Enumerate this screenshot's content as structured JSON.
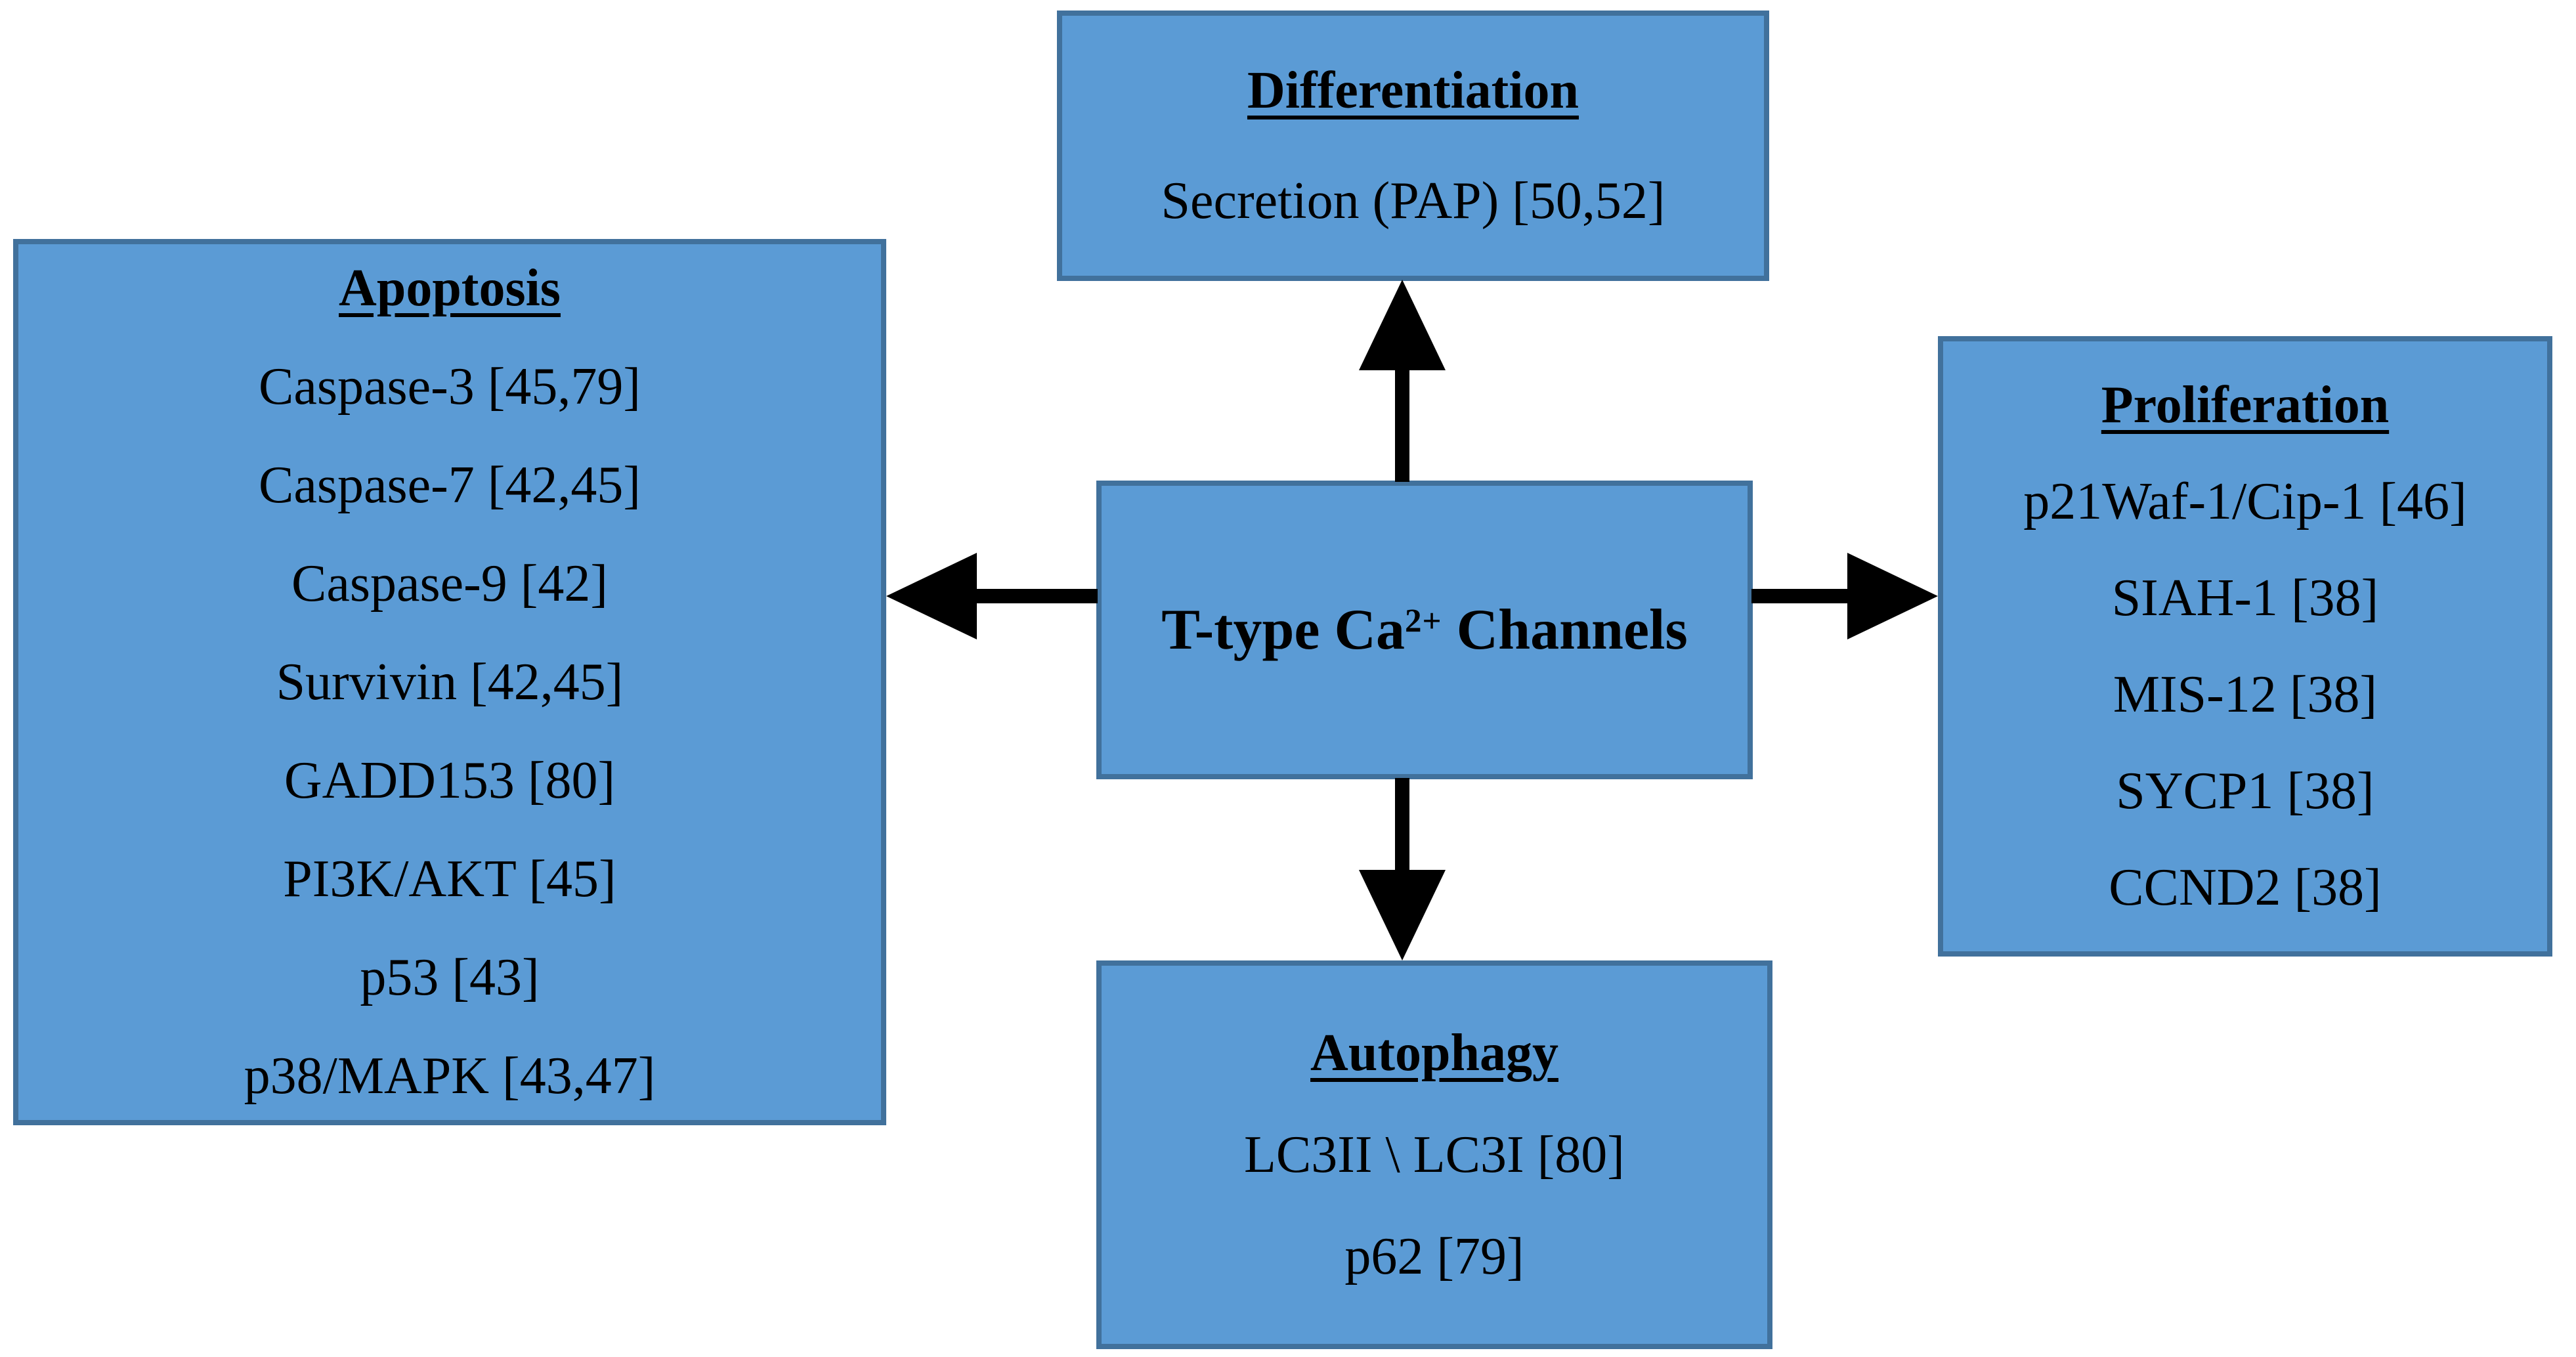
{
  "diagram": {
    "center": {
      "label_pre": "T-type Ca",
      "label_sup": "2+",
      "label_post": " Channels"
    },
    "boxes": {
      "differentiation": {
        "title": "Differentiation",
        "items": [
          "Secretion (PAP) [50,52]"
        ]
      },
      "apoptosis": {
        "title": "Apoptosis",
        "items": [
          "Caspase-3 [45,79]",
          "Caspase-7 [42,45]",
          "Caspase-9 [42]",
          "Survivin [42,45]",
          "GADD153 [80]",
          "PI3K/AKT [45]",
          "p53 [43]",
          "p38/MAPK [43,47]"
        ]
      },
      "proliferation": {
        "title": "Proliferation",
        "items": [
          "p21Waf-1/Cip-1 [46]",
          "SIAH-1 [38]",
          "MIS-12 [38]",
          "SYCP1 [38]",
          "CCND2 [38]"
        ]
      },
      "autophagy": {
        "title": "Autophagy",
        "items": [
          "LC3II \\ LC3I [80]",
          "p62 [79]"
        ]
      }
    },
    "arrows": [
      "up",
      "left",
      "right",
      "down"
    ],
    "colors": {
      "box_fill": "#5b9bd5",
      "box_border": "#41719c",
      "arrow": "#000000",
      "background": "#ffffff",
      "text": "#000000"
    }
  }
}
